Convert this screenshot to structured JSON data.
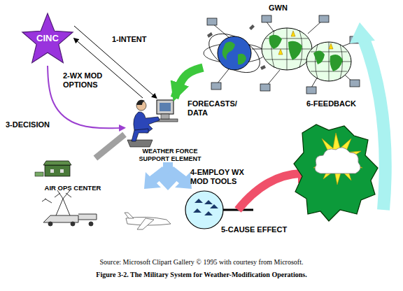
{
  "diagram": {
    "caption": "Figure 3-2. The Military System for Weather-Modification Operations.",
    "nodes": [
      {
        "text": [
          "CINC"
        ]
      },
      {
        "text": [
          "GWN"
        ]
      },
      {
        "text": [
          "WEATHER FORCE SUPPORT ELEMENT"
        ]
      },
      {
        "text": [
          "AIR OPS CENTER"
        ]
      }
    ],
    "edges": [
      {
        "from": 0,
        "to": 2,
        "label": "1-INTENT",
        "arrow": "to"
      },
      {
        "from": 2,
        "to": 0,
        "label": "2-WX MOD OPTIONS",
        "arrow": "to"
      },
      {
        "from": 0,
        "to": 2,
        "label": "3-DECISION",
        "arrow": "to"
      },
      {
        "from": 1,
        "to": 2,
        "label": "FORECASTS/ DATA",
        "arrow": "to"
      },
      {
        "from": 2,
        "to": 3,
        "arrow": "none"
      }
    ],
    "labels": [
      "4-EMPLOY WX MOD TOOLS",
      "5-CAUSE EFFECT",
      "6-FEEDBACK",
      "Source: Microsoft Clipart Gallery © 1995 with courtesy from Microsoft."
    ]
  }
}
